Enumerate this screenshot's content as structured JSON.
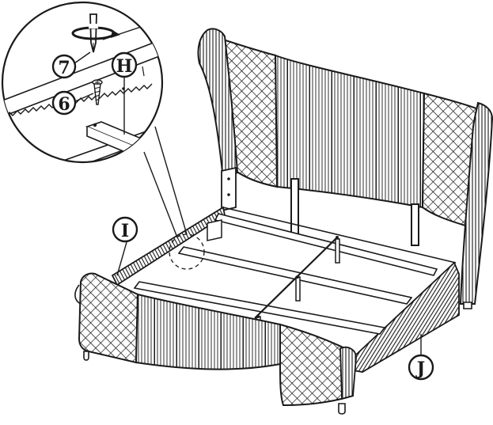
{
  "callouts": {
    "screw_number": "7",
    "washer_number": "6",
    "slat_part": "H",
    "side_rail_part": "I",
    "footboard_part": "J"
  },
  "colors": {
    "ink": "#1a1a1a",
    "paper": "#ffffff",
    "shade": "#555555"
  },
  "icons": {
    "screwdriver": "screwdriver-icon",
    "rotation": "rotation-arrow-icon",
    "screw": "wood-screw-icon"
  }
}
